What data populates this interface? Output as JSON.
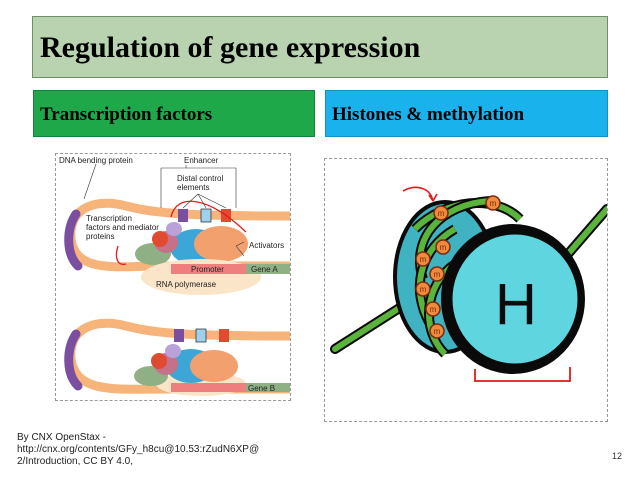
{
  "slide": {
    "title": "Regulation of gene expression",
    "left_heading": "Transcription factors",
    "right_heading": "Histones & methylation",
    "credit": "By CNX OpenStax -\nhttp://cnx.org/contents/GFy_h8cu@10.53:rZudN6XP@\n2/Introduction, CC BY 4.0,",
    "page_number": "12",
    "colors": {
      "title_bg": "#b9d3b0",
      "left_heading_bg": "#1fa84a",
      "right_heading_bg": "#19b2ec"
    }
  },
  "left_figure": {
    "labels": {
      "dna_bending": "DNA bending protein",
      "enhancer": "Enhancer",
      "distal_control": "Distal control\nelements",
      "transcription_factors": "Transcription\nfactors and mediator\nproteins",
      "activators": "Activators",
      "promoter": "Promoter",
      "gene_a": "Gene A",
      "rna_polymerase": "RNA polymerase",
      "gene_b": "Gene B"
    }
  },
  "right_figure": {
    "histone_letter": "H",
    "methyl_mark": "m"
  }
}
